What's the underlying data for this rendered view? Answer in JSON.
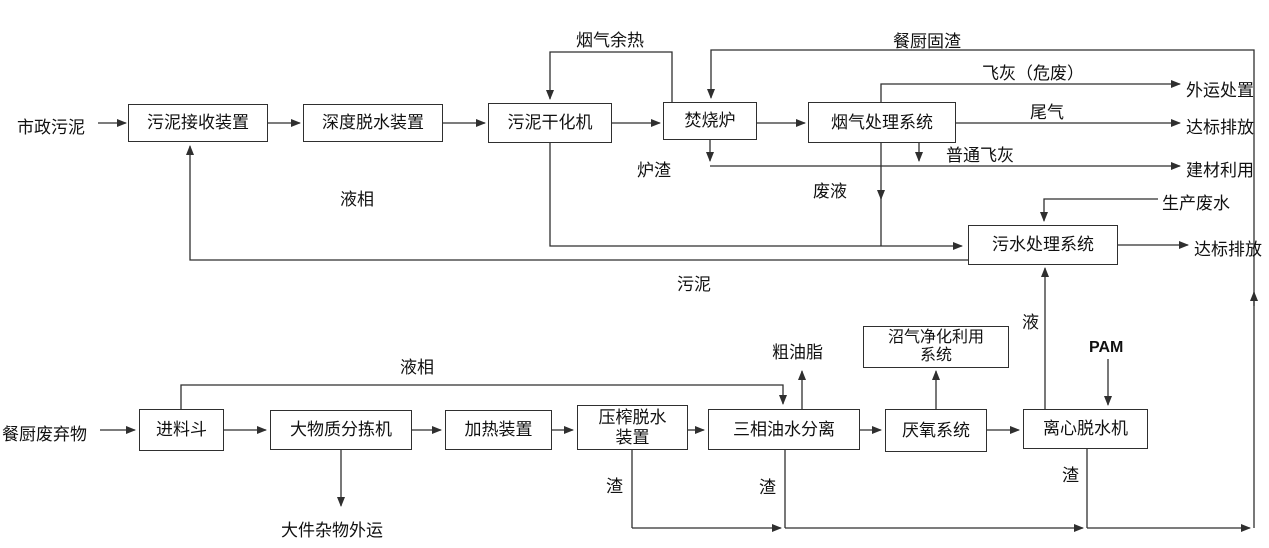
{
  "boxes": {
    "sludge_receiving": "污泥接收装置",
    "deep_dewatering": "深度脱水装置",
    "sludge_dryer": "污泥干化机",
    "incinerator": "焚烧炉",
    "flue_gas_system": "烟气处理系统",
    "wastewater_system": "污水处理系统",
    "feed_hopper": "进料斗",
    "large_sorter": "大物质分拣机",
    "heater": "加热装置",
    "press_dewatering": "压榨脱水装置",
    "three_phase": "三相油水分离",
    "anaerobic": "厌氧系统",
    "centrifuge": "离心脱水机",
    "biogas_system": "沼气净化利用系统"
  },
  "labels": {
    "municipal_sludge": "市政污泥",
    "flue_gas_heat": "烟气余热",
    "kitchen_solid_residue": "餐厨固渣",
    "fly_ash_hazardous": "飞灰（危废）",
    "tail_gas": "尾气",
    "ordinary_fly_ash": "普通飞灰",
    "slag": "炉渣",
    "waste_liquid": "废液",
    "liquid_phase_top": "液相",
    "sludge_return": "污泥",
    "outbound_disposal": "外运处置",
    "discharge_standard_1": "达标排放",
    "building_material": "建材利用",
    "production_wastewater": "生产废水",
    "discharge_standard_2": "达标排放",
    "kitchen_waste": "餐厨废弃物",
    "bulky_waste_out": "大件杂物外运",
    "liquid_phase_bottom": "液相",
    "crude_oil": "粗油脂",
    "pam": "PAM",
    "liquid": "液",
    "residue_1": "渣",
    "residue_2": "渣",
    "residue_3": "渣"
  },
  "colors": {
    "line": "#2f2f2f",
    "box_border": "#2f2f2f",
    "background": "#ffffff",
    "text": "#111111"
  }
}
